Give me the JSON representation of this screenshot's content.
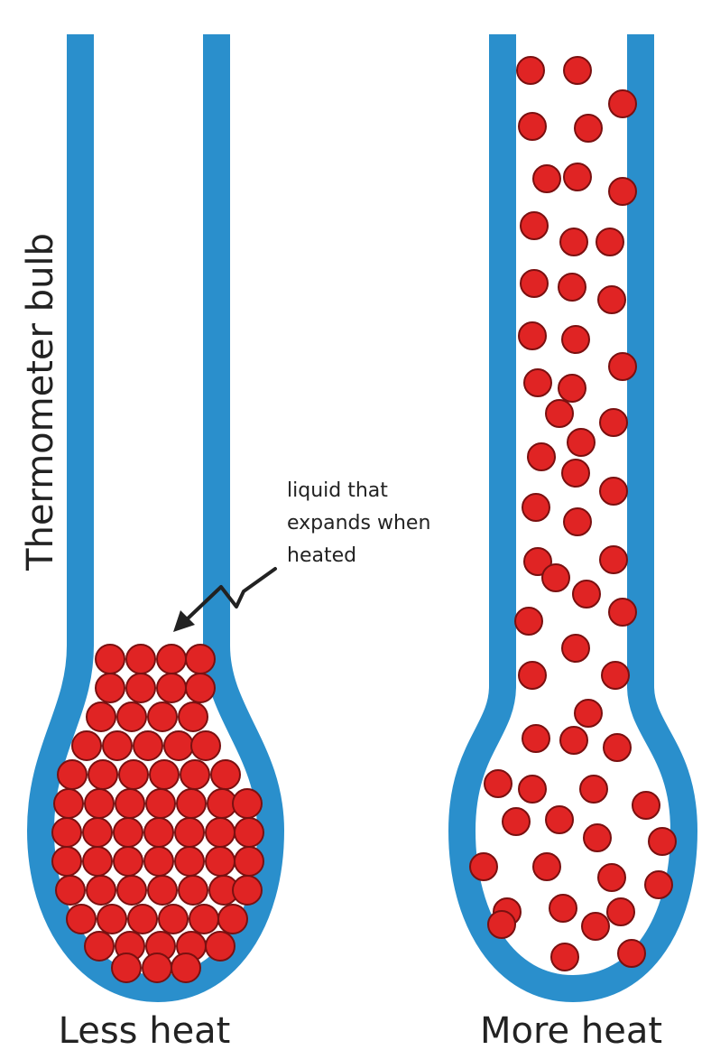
{
  "labels": {
    "side": "Thermometer bulb",
    "annotation": [
      "liquid that",
      "expands when",
      "heated"
    ],
    "left_caption": "Less heat",
    "right_caption": "More heat"
  },
  "colors": {
    "tube": "#2a8fcc",
    "particle_fill": "#e02424",
    "particle_stroke": "#7a1010",
    "text": "#222222"
  }
}
